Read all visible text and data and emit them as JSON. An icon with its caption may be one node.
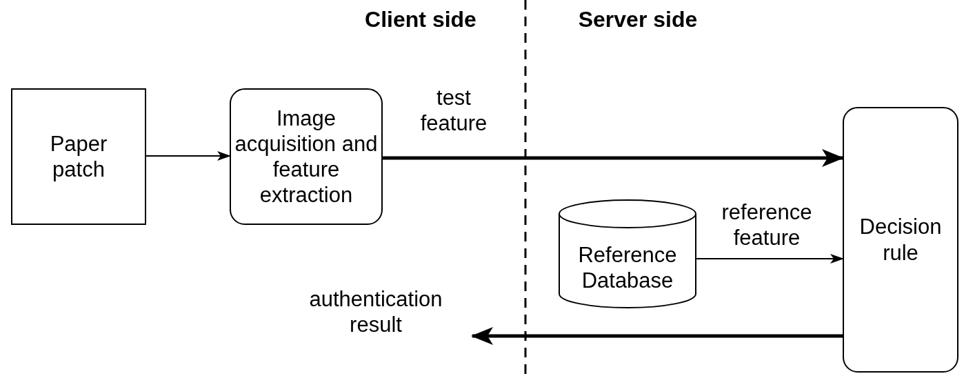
{
  "diagram": {
    "nodes": [
      {
        "text": [
          "Paper patch"
        ]
      },
      {
        "text": [
          "Image acquisition and feature extraction"
        ]
      },
      {
        "text": [
          "Reference Database"
        ]
      },
      {
        "text": [
          "Decision rule"
        ]
      }
    ],
    "edges": [
      {
        "from": 0,
        "to": 1,
        "arrow": "to"
      },
      {
        "from": 1,
        "to": 3,
        "arrow": "to",
        "label": "test feature",
        "style": "thick"
      },
      {
        "from": 2,
        "to": 3,
        "arrow": "to",
        "label": "reference feature"
      },
      {
        "from": 3,
        "to": null,
        "arrow": "to",
        "label": "authentication result",
        "style": "thick"
      }
    ],
    "labels": [
      "Client side",
      "Server side"
    ]
  }
}
